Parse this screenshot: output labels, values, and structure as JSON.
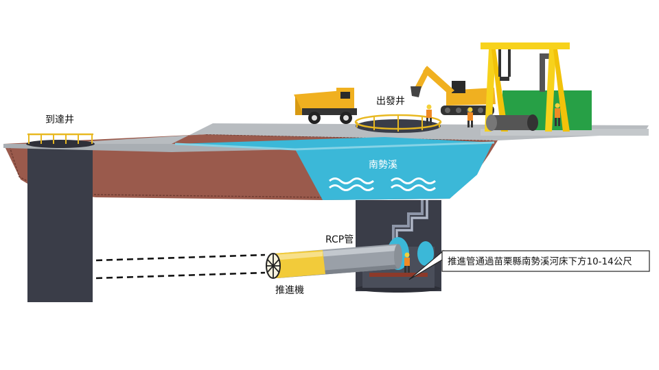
{
  "labels": {
    "arrival_shaft": "到達井",
    "departure_shaft": "出發井",
    "river": "南勢溪",
    "rcp_pipe": "RCP管",
    "tbm": "推進機",
    "callout": "推進管通過苗栗縣南勢溪河床下方10-14公尺"
  },
  "colors": {
    "ground_surface": "#b8bcc0",
    "soil": "#9a5a4c",
    "water": "#3bb8d8",
    "shaft": "#3a3d48",
    "pipe": "#9aa0a8",
    "tbm_yellow": "#f2cb3a",
    "machinery_yellow": "#f0b020",
    "gantry_yellow": "#f7d21c",
    "green_shed": "#27a046"
  }
}
